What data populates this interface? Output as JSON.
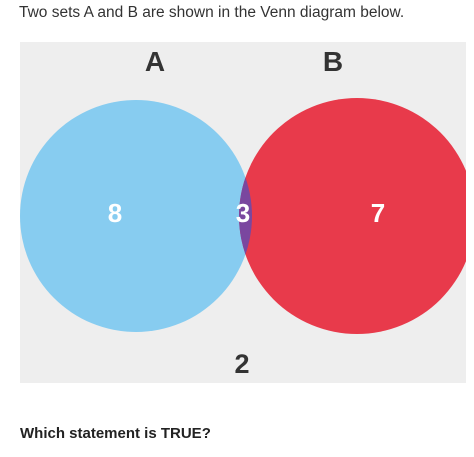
{
  "intro_text": "Two sets A and B are shown in the Venn diagram below.",
  "venn": {
    "set_a_label": "A",
    "set_b_label": "B",
    "only_a_count": "8",
    "intersection_count": "3",
    "only_b_count": "7",
    "outside_count": "2",
    "colors": {
      "background": "#eeeeee",
      "set_a": "#87ccf0",
      "set_b": "#e83a4b",
      "intersection": "#7a479f"
    }
  },
  "question_text": "Which statement is TRUE?"
}
